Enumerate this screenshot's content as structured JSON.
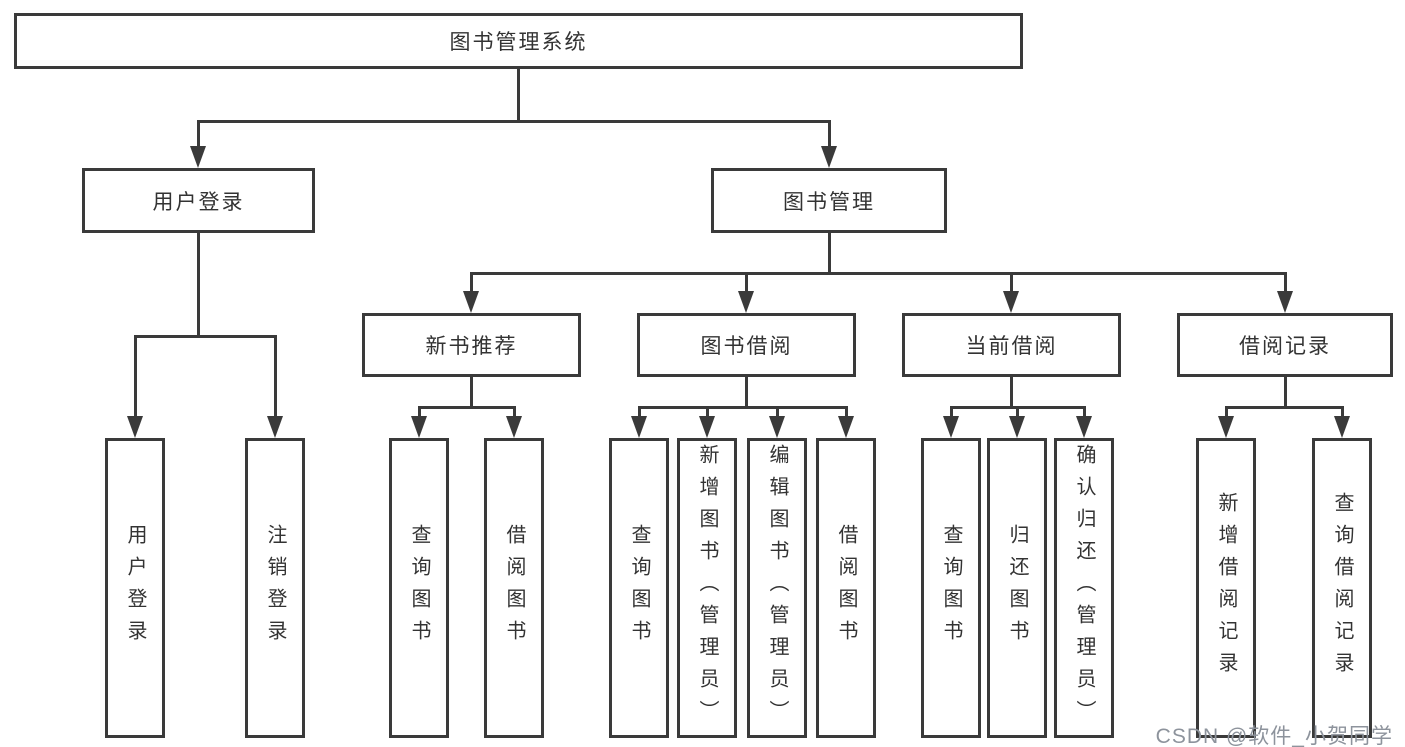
{
  "diagram": {
    "root": {
      "label": "图书管理系统"
    },
    "level2": [
      {
        "id": "user-login",
        "label": "用户登录"
      },
      {
        "id": "book-management",
        "label": "图书管理"
      }
    ],
    "level3": [
      {
        "id": "new-book-recommend",
        "label": "新书推荐",
        "parent": "图书管理"
      },
      {
        "id": "book-borrowing",
        "label": "图书借阅",
        "parent": "图书管理"
      },
      {
        "id": "current-borrowing",
        "label": "当前借阅",
        "parent": "图书管理"
      },
      {
        "id": "borrowing-records",
        "label": "借阅记录",
        "parent": "图书管理"
      }
    ],
    "leaves": [
      {
        "label": "用户登录",
        "parent": "用户登录"
      },
      {
        "label": "注销登录",
        "parent": "用户登录"
      },
      {
        "label": "查询图书",
        "parent": "新书推荐"
      },
      {
        "label": "借阅图书",
        "parent": "新书推荐"
      },
      {
        "label": "查询图书",
        "parent": "图书借阅"
      },
      {
        "label": "新增图书（管理员）",
        "parent": "图书借阅"
      },
      {
        "label": "编辑图书（管理员）",
        "parent": "图书借阅"
      },
      {
        "label": "借阅图书",
        "parent": "图书借阅"
      },
      {
        "label": "查询图书",
        "parent": "当前借阅"
      },
      {
        "label": "归还图书",
        "parent": "当前借阅"
      },
      {
        "label": "确认归还（管理员）",
        "parent": "当前借阅"
      },
      {
        "label": "新增借阅记录",
        "parent": "借阅记录"
      },
      {
        "label": "查询借阅记录",
        "parent": "借阅记录"
      }
    ],
    "colors": {
      "box_border": "#3a3a3a",
      "connector_line": "#3a3a3a",
      "text": "#333333",
      "background": "#ffffff",
      "watermark_text": "#8d939c"
    },
    "watermark": "CSDN @软件_小贺同学"
  }
}
